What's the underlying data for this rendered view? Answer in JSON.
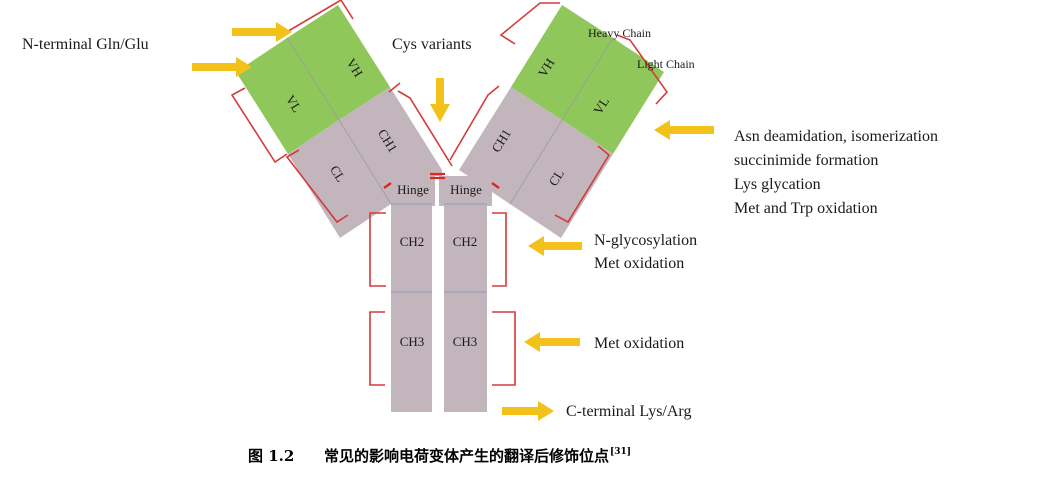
{
  "diagram": {
    "domain_labels": {
      "vh_left": "VH",
      "vl_left": "VL",
      "ch1_left": "CH1",
      "cl_left": "CL",
      "vh_right": "VH",
      "vl_right": "VL",
      "ch1_right": "CH1",
      "cl_right": "CL",
      "hinge_left": "Hinge",
      "hinge_right": "Hinge",
      "ch2_left": "CH2",
      "ch2_right": "CH2",
      "ch3_left": "CH3",
      "ch3_right": "CH3"
    },
    "chain_labels": {
      "heavy": "Heavy Chain",
      "light": "Light Chain"
    },
    "annotations": {
      "n_terminal": "N-terminal Gln/Glu",
      "cys_variants": "Cys variants",
      "fab_modifications": [
        "Asn deamidation, isomerization",
        "succinimide formation",
        "Lys glycation",
        "Met and Trp oxidation"
      ],
      "ch2_modifications": [
        "N-glycosylation",
        "Met oxidation"
      ],
      "ch3_modifications": [
        "Met oxidation"
      ],
      "c_terminal": "C-terminal Lys/Arg"
    },
    "colors": {
      "variable_domain": "#8fc75a",
      "constant_domain": "#c2b6bc",
      "bracket": "#d43b3b",
      "arrow": "#f2c21b"
    }
  },
  "caption": {
    "figure_label": "图 1.2",
    "text": "常见的影响电荷变体产生的翻译后修饰位点",
    "ref": "[31]"
  }
}
